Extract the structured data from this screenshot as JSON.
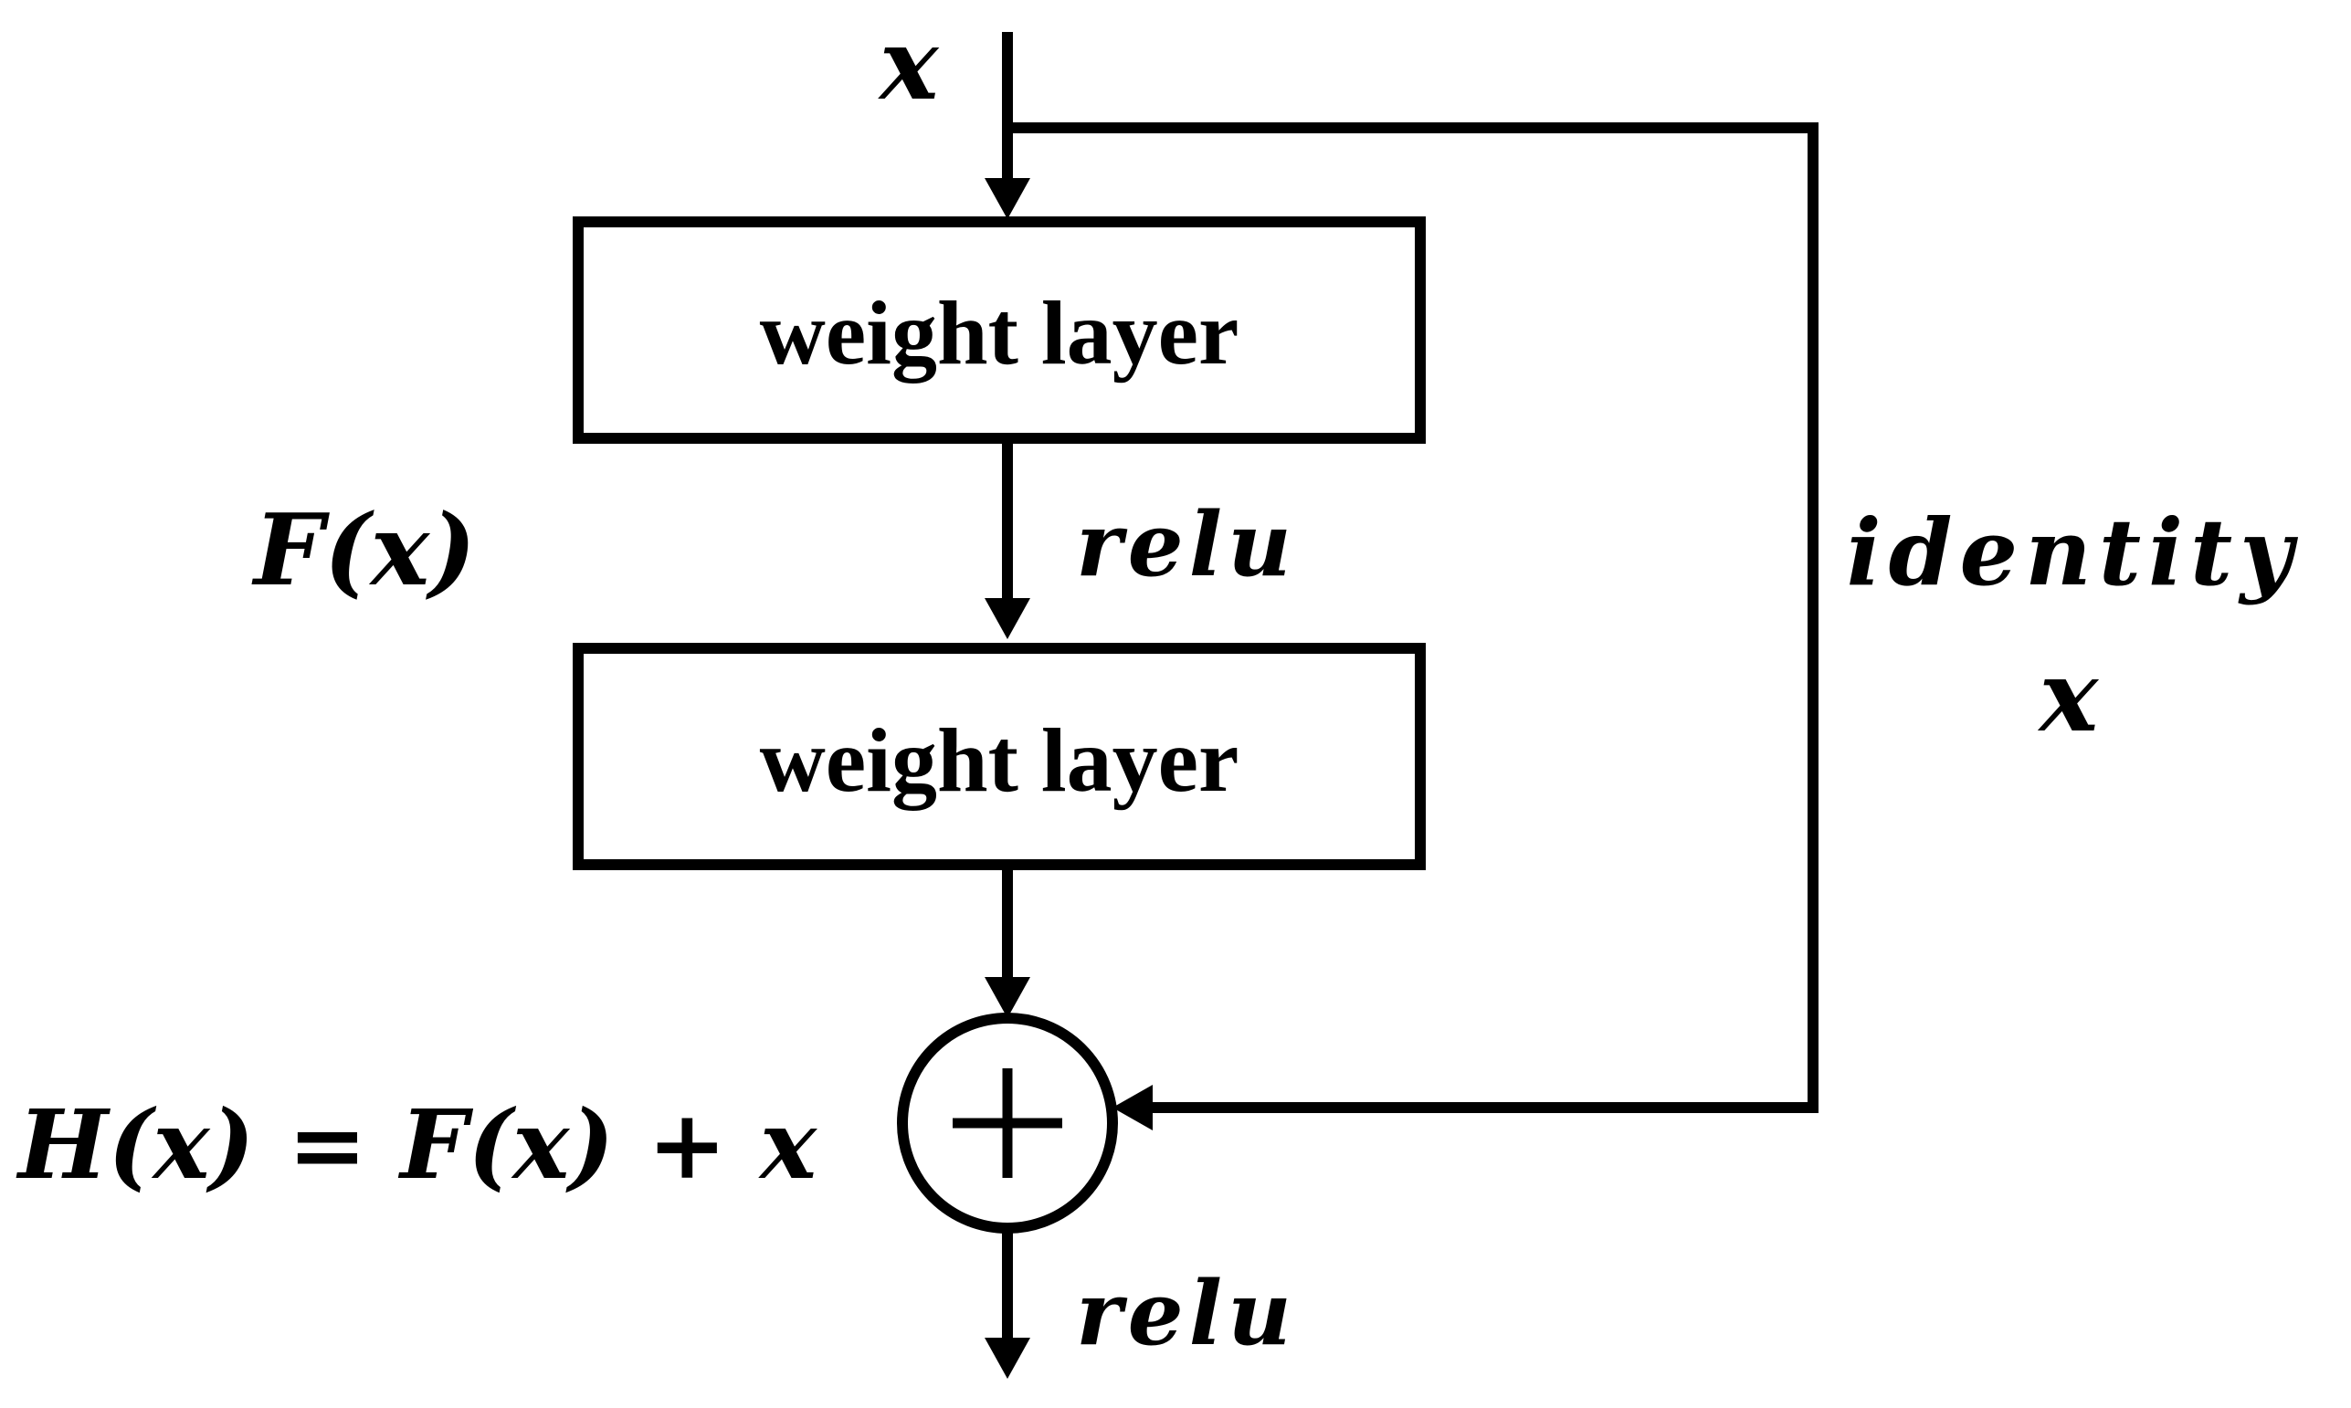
{
  "diagram": {
    "input_label": "x",
    "block1_label": "weight layer",
    "block2_label": "weight layer",
    "activation1_label": "relu",
    "residual_label": "F(x)",
    "shortcut_label_line1": "identity",
    "shortcut_label_line2": "x",
    "sum_equation": "H(x) = F(x) + x",
    "sum_symbol": "+",
    "activation2_label": "relu"
  }
}
